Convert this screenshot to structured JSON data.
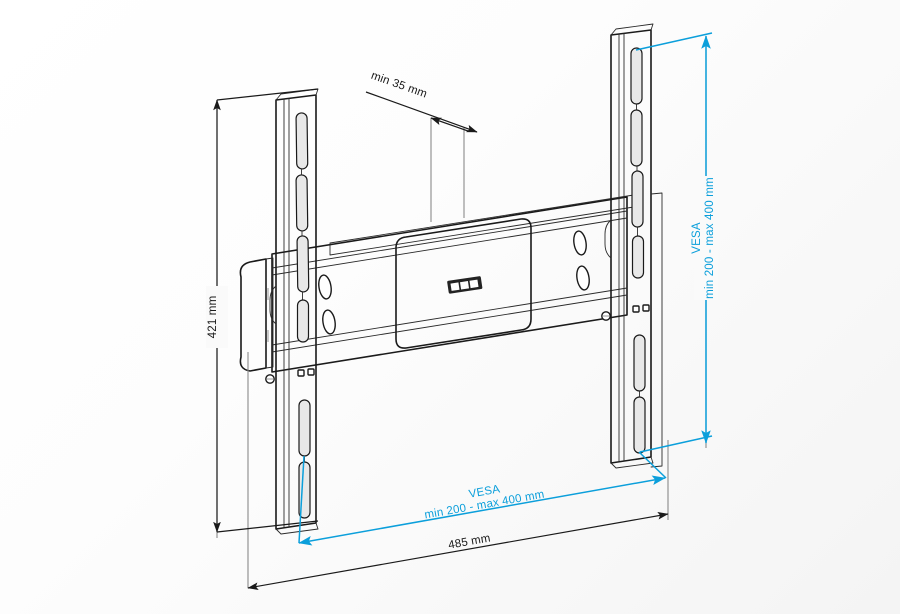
{
  "drawing": {
    "title": "TV wall mount bracket technical drawing",
    "subject": "fixed flat-panel wall mount, isometric view with dimension callouts",
    "background_color": "#fafafa",
    "line_color": "#1a1a1a",
    "accent_color": "#0b9fdb"
  },
  "dimensions": {
    "height_overall": {
      "label": "421 mm",
      "orientation": "vertical",
      "color": "#1a1a1a",
      "side": "left",
      "value": 421,
      "unit": "mm"
    },
    "depth_clearance": {
      "label": "min 35 mm",
      "orientation": "diagonal",
      "color": "#1a1a1a",
      "side": "top",
      "value_min": 35,
      "unit": "mm"
    },
    "vesa_vertical": {
      "label_line1": "VESA",
      "label_line2": "min 200 - max 400 mm",
      "orientation": "vertical",
      "color": "#0b9fdb",
      "side": "right",
      "value_min": 200,
      "value_max": 400,
      "unit": "mm"
    },
    "vesa_horizontal": {
      "label_line1": "VESA",
      "label_line2": "min 200 - max 400 mm",
      "orientation": "horizontal",
      "color": "#0b9fdb",
      "side": "bottom",
      "value_min": 200,
      "value_max": 400,
      "unit": "mm"
    },
    "width_overall": {
      "label": "485 mm",
      "orientation": "horizontal",
      "color": "#1a1a1a",
      "side": "bottom",
      "value": 485,
      "unit": "mm"
    }
  },
  "parts": {
    "left_rail": "left vertical mounting rail with slots",
    "right_rail": "right vertical mounting rail with slots",
    "center_rail": "horizontal wall rail",
    "logo_badge": "manufacturer badge plate",
    "end_cap": "left rounded end cap"
  }
}
